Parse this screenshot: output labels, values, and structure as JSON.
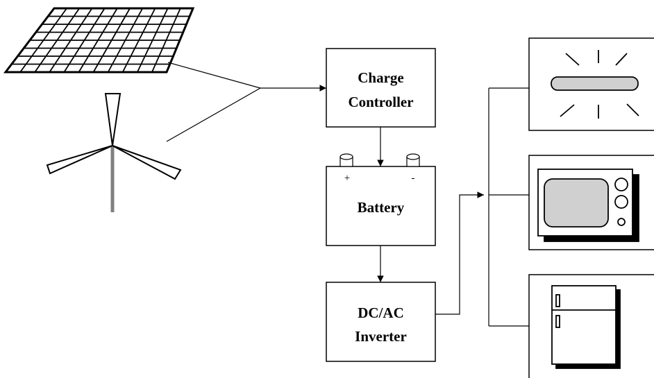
{
  "blocks": {
    "controller": {
      "line1": "Charge",
      "line2": "Controller"
    },
    "battery": {
      "label": "Battery",
      "plus": "+",
      "minus": "-"
    },
    "inverter": {
      "line1": "DC/AC",
      "line2": "Inverter"
    }
  },
  "sources": [
    "solar-panel",
    "wind-turbine"
  ],
  "loads": [
    "lamp",
    "television",
    "refrigerator"
  ]
}
